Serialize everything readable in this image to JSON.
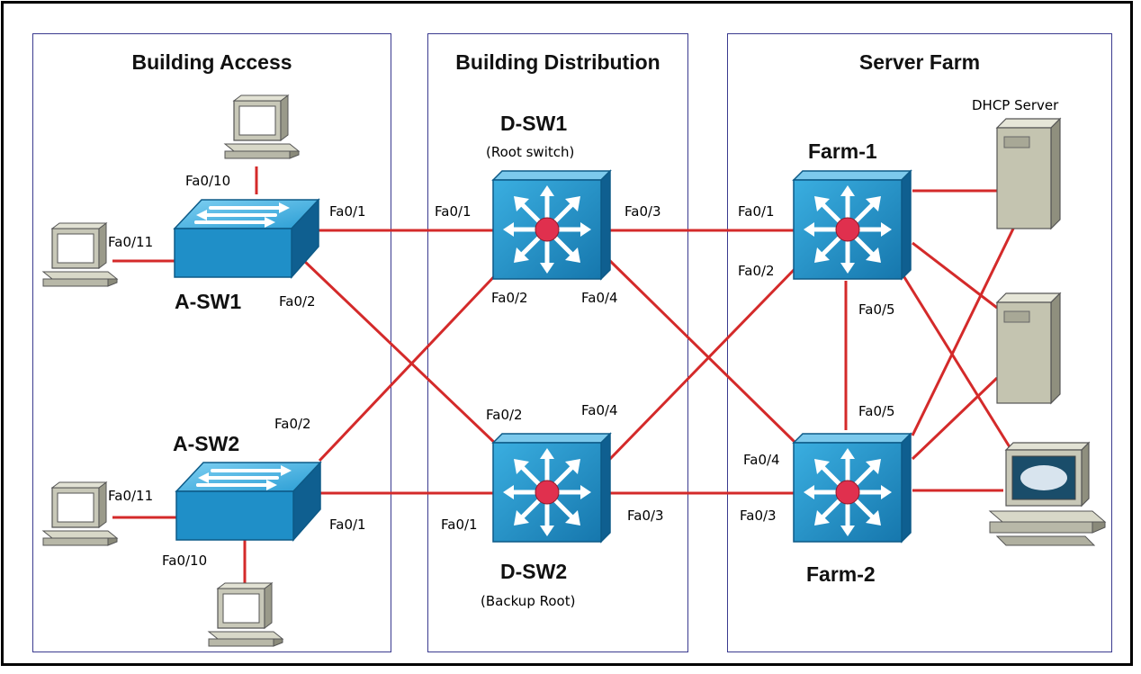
{
  "regions": {
    "access": "Building Access",
    "distribution": "Building Distribution",
    "farm": "Server Farm"
  },
  "devices": {
    "asw1": "A-SW1",
    "asw2": "A-SW2",
    "dsw1": {
      "name": "D-SW1",
      "role": "(Root switch)"
    },
    "dsw2": {
      "name": "D-SW2",
      "role": "(Backup Root)"
    },
    "farm1": "Farm-1",
    "farm2": "Farm-2",
    "dhcp": "DHCP Server"
  },
  "ports": {
    "asw1_fa010": "Fa0/10",
    "asw1_fa011": "Fa0/11",
    "asw1_fa01": "Fa0/1",
    "asw1_fa02": "Fa0/2",
    "asw2_fa02": "Fa0/2",
    "asw2_fa011": "Fa0/11",
    "asw2_fa01": "Fa0/1",
    "asw2_fa010": "Fa0/10",
    "dsw1_fa01": "Fa0/1",
    "dsw1_fa03": "Fa0/3",
    "dsw1_fa02": "Fa0/2",
    "dsw1_fa04": "Fa0/4",
    "dsw2_fa02": "Fa0/2",
    "dsw2_fa04": "Fa0/4",
    "dsw2_fa01": "Fa0/1",
    "dsw2_fa03": "Fa0/3",
    "farm1_fa01": "Fa0/1",
    "farm1_fa02": "Fa0/2",
    "farm1_fa05": "Fa0/5",
    "farm2_fa05": "Fa0/5",
    "farm2_fa04": "Fa0/4",
    "farm2_fa03": "Fa0/3"
  },
  "colors": {
    "link": "#d42a2a",
    "switch": "#1d8fc8",
    "region_border": "#3b3b8f"
  }
}
